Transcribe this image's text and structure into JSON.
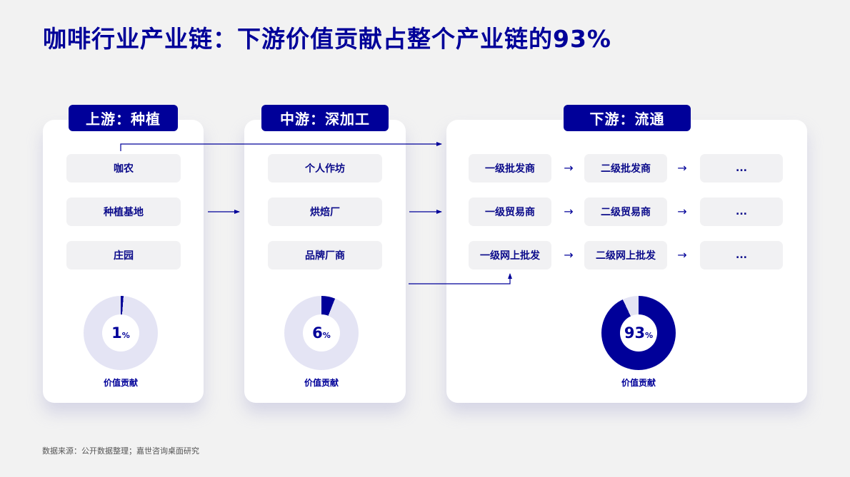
{
  "title": "咖啡行业产业链：下游价值贡献占整个产业链的93%",
  "colors": {
    "primary": "#000099",
    "track": "#e4e4f4",
    "item_bg": "#f1f1f3",
    "background": "#f2f2f2"
  },
  "stages": [
    {
      "badge": "上游：种植",
      "items": [
        "咖农",
        "种植基地",
        "庄园"
      ],
      "contribution": {
        "value": "1",
        "unit": "%",
        "label": "价值贡献"
      }
    },
    {
      "badge": "中游：深加工",
      "items": [
        "个人作坊",
        "烘焙厂",
        "品牌厂商"
      ],
      "contribution": {
        "value": "6",
        "unit": "%",
        "label": "价值贡献"
      }
    },
    {
      "badge": "下游：流通",
      "rows": [
        [
          "一级批发商",
          "二级批发商",
          "..."
        ],
        [
          "一级贸易商",
          "二级贸易商",
          "..."
        ],
        [
          "一级网上批发",
          "二级网上批发",
          "..."
        ]
      ],
      "arrow_glyph": "→",
      "contribution": {
        "value": "93",
        "unit": "%",
        "label": "价值贡献"
      }
    }
  ],
  "source": "数据来源：公开数据整理；嘉世咨询桌面研究",
  "chart_data": {
    "type": "pie",
    "title": "产业链各环节价值贡献",
    "categories": [
      "上游：种植",
      "中游：深加工",
      "下游：流通"
    ],
    "values": [
      1,
      6,
      93
    ],
    "unit": "%"
  }
}
